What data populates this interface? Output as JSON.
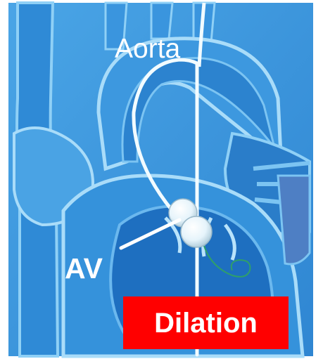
{
  "labels": {
    "aorta": "Aorta",
    "av": "AV",
    "procedure": "Dilation"
  },
  "colors": {
    "background_blue": "#3f9be0",
    "deep_blue": "#1e6fc0",
    "light_blue": "#7cc4f2",
    "highlight": "#b9e3fb",
    "badge": "#ff0000",
    "catheter": "#f2fbff",
    "guidewire": "#2f9f6a"
  },
  "icons": {
    "balloon": "balloon-catheter-icon"
  }
}
